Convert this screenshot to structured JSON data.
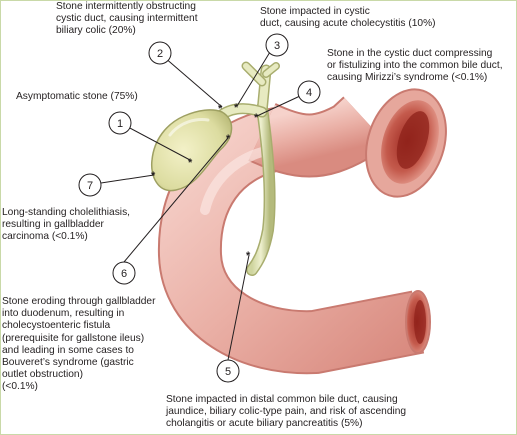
{
  "callouts": {
    "c2": "Stone intermittently obstructing\ncystic duct, causing intermittent\nbiliary colic (20%)",
    "c3": "Stone impacted in cystic\nduct, causing acute cholecystitis (10%)",
    "c4": "Stone in the cystic duct compressing\nor fistulizing into the common bile duct,\ncausing Mirizzi’s syndrome (<0.1%)",
    "c1": "Asymptomatic stone (75%)",
    "c7": "Long-standing cholelithiasis,\nresulting in gallbladder\ncarcinoma (<0.1%)",
    "c6": "Stone eroding through gallbladder\ninto duodenum, resulting in\ncholecystoenteric fistula\n(prerequisite for gallstone ileus)\nand leading in some cases to\nBouveret’s syndrome (gastric\noutlet obstruction)\n(<0.1%)",
    "c5": "Stone impacted in distal common bile duct, causing\njaundice, biliary colic-type pain, and risk of ascending\ncholangitis or acute biliary pancreatitis (5%)"
  },
  "markers": [
    "1",
    "2",
    "3",
    "4",
    "5",
    "6",
    "7"
  ]
}
